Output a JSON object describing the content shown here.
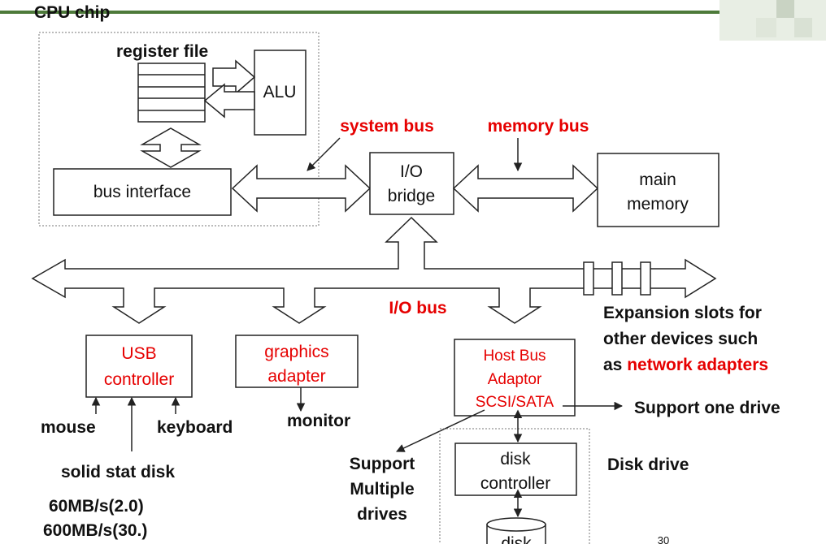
{
  "header": {
    "title": "CPU chip"
  },
  "cpu": {
    "register_file": "register file",
    "alu": "ALU",
    "bus_interface": "bus interface"
  },
  "buses": {
    "system_bus": "system bus",
    "memory_bus": "memory bus",
    "io_bus": "I/O bus"
  },
  "io_bridge": {
    "line1": "I/O",
    "line2": "bridge"
  },
  "main_memory": {
    "line1": "main",
    "line2": "memory"
  },
  "usb": {
    "line1": "USB",
    "line2": "controller",
    "mouse": "mouse",
    "keyboard": "keyboard",
    "disk": "solid stat disk",
    "speed1": "60MB/s(2.0)",
    "speed2": "600MB/s(30.)"
  },
  "graphics": {
    "line1": "graphics",
    "line2": "adapter",
    "monitor": "monitor"
  },
  "host_bus": {
    "line1": "Host Bus",
    "line2": "Adaptor",
    "line3": "SCSI/SATA"
  },
  "notes": {
    "support_one": "Support one drive",
    "support_multi_1": "Support",
    "support_multi_2": "Multiple",
    "support_multi_3": "drives",
    "disk_drive": "Disk drive",
    "expansion_1": "Expansion slots for",
    "expansion_2": "other devices such",
    "expansion_3a": "as ",
    "expansion_3b": "network adapters"
  },
  "disk_ctrl": {
    "line1": "disk",
    "line2": "controller"
  },
  "disk": {
    "label": "disk"
  },
  "page_number": "30",
  "colors": {
    "accent_red": "#e60000",
    "header_green": "#4d7a3a"
  }
}
